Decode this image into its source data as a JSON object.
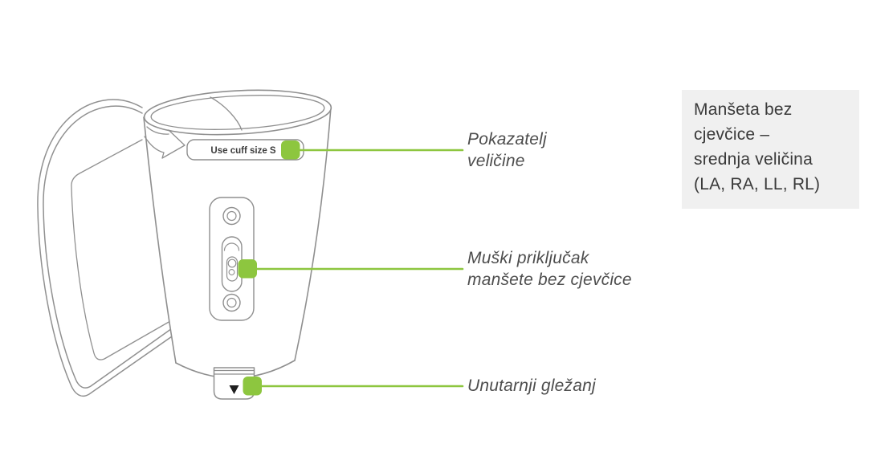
{
  "diagram": {
    "title": "tubeless-cuff-callout-diagram",
    "device": {
      "size_band_text": "Use cuff size S",
      "parts": [
        "size-indicator-band",
        "male-connector-plate",
        "inner-ankle-tab"
      ]
    },
    "callouts": [
      {
        "id": "size-indicator",
        "lines": [
          "Pokazatelj",
          "veličine"
        ]
      },
      {
        "id": "male-connector",
        "lines": [
          "Muški priključak",
          "manšete bez cjevčice"
        ]
      },
      {
        "id": "inner-ankle",
        "lines": [
          "Unutarnji gležanj"
        ]
      }
    ],
    "info_box": {
      "lines": [
        "Manšeta bez",
        "cjevčice –",
        "srednja veličina",
        "(LA, RA, LL, RL)"
      ],
      "full_text": "Manšeta bez cjevčice – srednja veličina (LA, RA, LL, RL)"
    },
    "colors": {
      "accent_green": "#8dc63f",
      "line_gray": "#8f8f8f",
      "label_text": "#4d4d4d",
      "info_text": "#3a3a3a",
      "info_bg": "#f0f0f0",
      "triangle_black": "#1f1f1f"
    }
  }
}
